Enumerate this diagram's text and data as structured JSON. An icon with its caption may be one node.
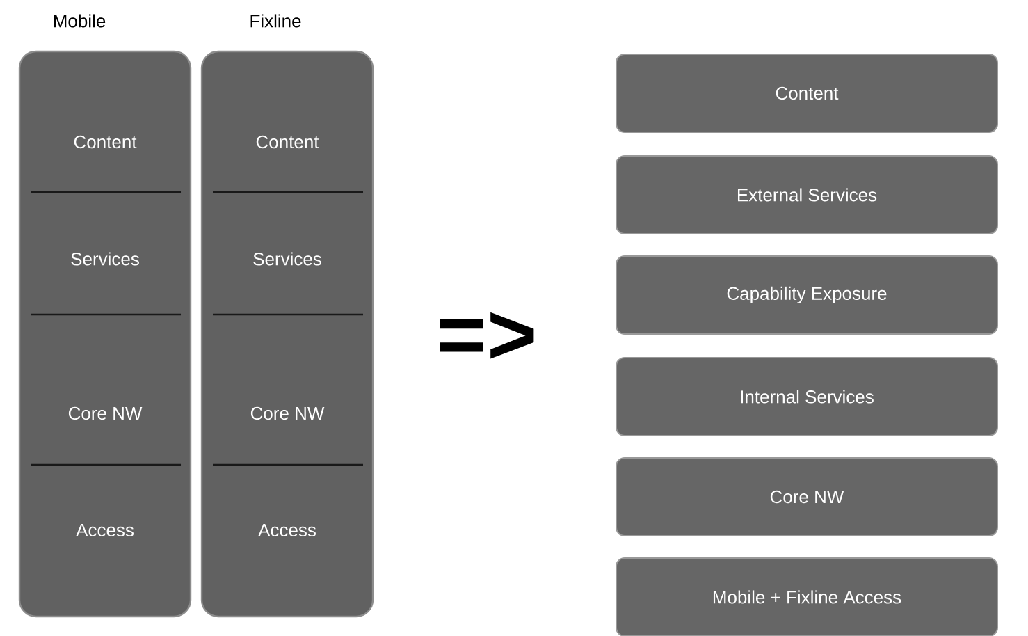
{
  "diagram": {
    "nodes": [
      {
        "text": [
          "Mobile"
        ]
      },
      {
        "text": [
          "Content"
        ],
        "in": 0
      },
      {
        "text": [
          "Services"
        ],
        "in": 0
      },
      {
        "text": [
          "Core NW"
        ],
        "in": 0
      },
      {
        "text": [
          "Access"
        ],
        "in": 0
      },
      {
        "text": [
          "Fixline"
        ]
      },
      {
        "text": [
          "Content"
        ],
        "in": 5
      },
      {
        "text": [
          "Services"
        ],
        "in": 5
      },
      {
        "text": [
          "Core NW"
        ],
        "in": 5
      },
      {
        "text": [
          "Access"
        ],
        "in": 5
      },
      {
        "text": [
          "Content"
        ]
      },
      {
        "text": [
          "External Services"
        ]
      },
      {
        "text": [
          "Capability Exposure"
        ]
      },
      {
        "text": [
          "Internal Services"
        ]
      },
      {
        "text": [
          "Core NW"
        ]
      },
      {
        "text": [
          "Mobile + Fixline Access"
        ]
      }
    ],
    "edges": [],
    "labels": [
      "=>"
    ]
  }
}
